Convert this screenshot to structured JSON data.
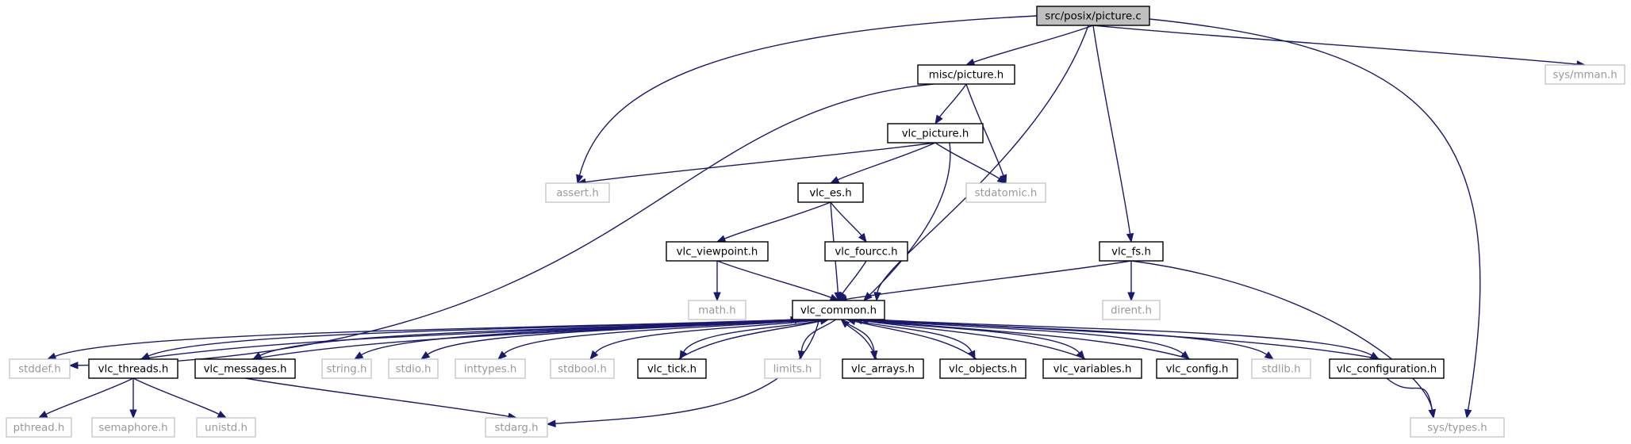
{
  "graph": {
    "colors": {
      "edge": "#191970",
      "root_fill": "#bfbfbf",
      "system_border": "#bfbfbf",
      "system_text": "#999999",
      "project_border": "#000000"
    },
    "nodes": [
      {
        "id": "root",
        "label": "src/posix/picture.c",
        "kind": "root"
      },
      {
        "id": "misc_picture",
        "label": "misc/picture.h",
        "kind": "project"
      },
      {
        "id": "sys_mman",
        "label": "sys/mman.h",
        "kind": "system"
      },
      {
        "id": "vlc_picture",
        "label": "vlc_picture.h",
        "kind": "project"
      },
      {
        "id": "assert",
        "label": "assert.h",
        "kind": "system"
      },
      {
        "id": "vlc_es",
        "label": "vlc_es.h",
        "kind": "project"
      },
      {
        "id": "stdatomic",
        "label": "stdatomic.h",
        "kind": "system"
      },
      {
        "id": "vlc_viewpoint",
        "label": "vlc_viewpoint.h",
        "kind": "project"
      },
      {
        "id": "vlc_fourcc",
        "label": "vlc_fourcc.h",
        "kind": "project"
      },
      {
        "id": "vlc_fs",
        "label": "vlc_fs.h",
        "kind": "project"
      },
      {
        "id": "math",
        "label": "math.h",
        "kind": "system"
      },
      {
        "id": "vlc_common",
        "label": "vlc_common.h",
        "kind": "project"
      },
      {
        "id": "dirent",
        "label": "dirent.h",
        "kind": "system"
      },
      {
        "id": "stddef",
        "label": "stddef.h",
        "kind": "system"
      },
      {
        "id": "vlc_threads",
        "label": "vlc_threads.h",
        "kind": "project"
      },
      {
        "id": "vlc_messages",
        "label": "vlc_messages.h",
        "kind": "project"
      },
      {
        "id": "string",
        "label": "string.h",
        "kind": "system"
      },
      {
        "id": "stdio",
        "label": "stdio.h",
        "kind": "system"
      },
      {
        "id": "inttypes",
        "label": "inttypes.h",
        "kind": "system"
      },
      {
        "id": "stdbool",
        "label": "stdbool.h",
        "kind": "system"
      },
      {
        "id": "vlc_tick",
        "label": "vlc_tick.h",
        "kind": "project"
      },
      {
        "id": "limits",
        "label": "limits.h",
        "kind": "system"
      },
      {
        "id": "vlc_arrays",
        "label": "vlc_arrays.h",
        "kind": "project"
      },
      {
        "id": "vlc_objects",
        "label": "vlc_objects.h",
        "kind": "project"
      },
      {
        "id": "vlc_variables",
        "label": "vlc_variables.h",
        "kind": "project"
      },
      {
        "id": "vlc_config",
        "label": "vlc_config.h",
        "kind": "project"
      },
      {
        "id": "stdlib",
        "label": "stdlib.h",
        "kind": "system"
      },
      {
        "id": "vlc_configuration",
        "label": "vlc_configuration.h",
        "kind": "project"
      },
      {
        "id": "pthread",
        "label": "pthread.h",
        "kind": "system"
      },
      {
        "id": "semaphore",
        "label": "semaphore.h",
        "kind": "system"
      },
      {
        "id": "unistd",
        "label": "unistd.h",
        "kind": "system"
      },
      {
        "id": "stdarg",
        "label": "stdarg.h",
        "kind": "system"
      },
      {
        "id": "sys_types",
        "label": "sys/types.h",
        "kind": "system"
      }
    ],
    "edges": [
      {
        "from": "root",
        "to": "misc_picture"
      },
      {
        "from": "root",
        "to": "sys_mman"
      },
      {
        "from": "root",
        "to": "assert"
      },
      {
        "from": "root",
        "to": "vlc_common"
      },
      {
        "from": "root",
        "to": "vlc_fs"
      },
      {
        "from": "root",
        "to": "sys_types"
      },
      {
        "from": "misc_picture",
        "to": "vlc_picture"
      },
      {
        "from": "misc_picture",
        "to": "stdatomic"
      },
      {
        "from": "misc_picture",
        "to": "stddef"
      },
      {
        "from": "vlc_picture",
        "to": "assert"
      },
      {
        "from": "vlc_picture",
        "to": "vlc_es"
      },
      {
        "from": "vlc_picture",
        "to": "stdatomic"
      },
      {
        "from": "vlc_picture",
        "to": "vlc_common"
      },
      {
        "from": "vlc_es",
        "to": "vlc_viewpoint"
      },
      {
        "from": "vlc_es",
        "to": "vlc_fourcc"
      },
      {
        "from": "vlc_es",
        "to": "vlc_common"
      },
      {
        "from": "vlc_viewpoint",
        "to": "math"
      },
      {
        "from": "vlc_viewpoint",
        "to": "vlc_common"
      },
      {
        "from": "vlc_fourcc",
        "to": "vlc_common"
      },
      {
        "from": "vlc_fs",
        "to": "vlc_common"
      },
      {
        "from": "vlc_fs",
        "to": "dirent"
      },
      {
        "from": "vlc_fs",
        "to": "sys_types"
      },
      {
        "from": "vlc_common",
        "to": "stddef"
      },
      {
        "from": "vlc_common",
        "to": "vlc_threads"
      },
      {
        "from": "vlc_common",
        "to": "vlc_messages"
      },
      {
        "from": "vlc_common",
        "to": "string"
      },
      {
        "from": "vlc_common",
        "to": "stdio"
      },
      {
        "from": "vlc_common",
        "to": "inttypes"
      },
      {
        "from": "vlc_common",
        "to": "stdbool"
      },
      {
        "from": "vlc_common",
        "to": "vlc_tick"
      },
      {
        "from": "vlc_common",
        "to": "limits"
      },
      {
        "from": "vlc_common",
        "to": "vlc_arrays"
      },
      {
        "from": "vlc_common",
        "to": "vlc_objects"
      },
      {
        "from": "vlc_common",
        "to": "vlc_variables"
      },
      {
        "from": "vlc_common",
        "to": "vlc_config"
      },
      {
        "from": "vlc_common",
        "to": "stdlib"
      },
      {
        "from": "vlc_common",
        "to": "vlc_configuration"
      },
      {
        "from": "vlc_common",
        "to": "stdarg"
      },
      {
        "from": "vlc_threads",
        "to": "vlc_common"
      },
      {
        "from": "vlc_threads",
        "to": "pthread"
      },
      {
        "from": "vlc_threads",
        "to": "semaphore"
      },
      {
        "from": "vlc_threads",
        "to": "unistd"
      },
      {
        "from": "vlc_messages",
        "to": "vlc_common"
      },
      {
        "from": "vlc_messages",
        "to": "stdarg"
      },
      {
        "from": "vlc_tick",
        "to": "vlc_common"
      },
      {
        "from": "vlc_arrays",
        "to": "vlc_common"
      },
      {
        "from": "vlc_objects",
        "to": "vlc_common"
      },
      {
        "from": "vlc_variables",
        "to": "vlc_common"
      },
      {
        "from": "vlc_config",
        "to": "vlc_common"
      },
      {
        "from": "vlc_configuration",
        "to": "vlc_common"
      },
      {
        "from": "vlc_configuration",
        "to": "sys_types"
      }
    ]
  }
}
